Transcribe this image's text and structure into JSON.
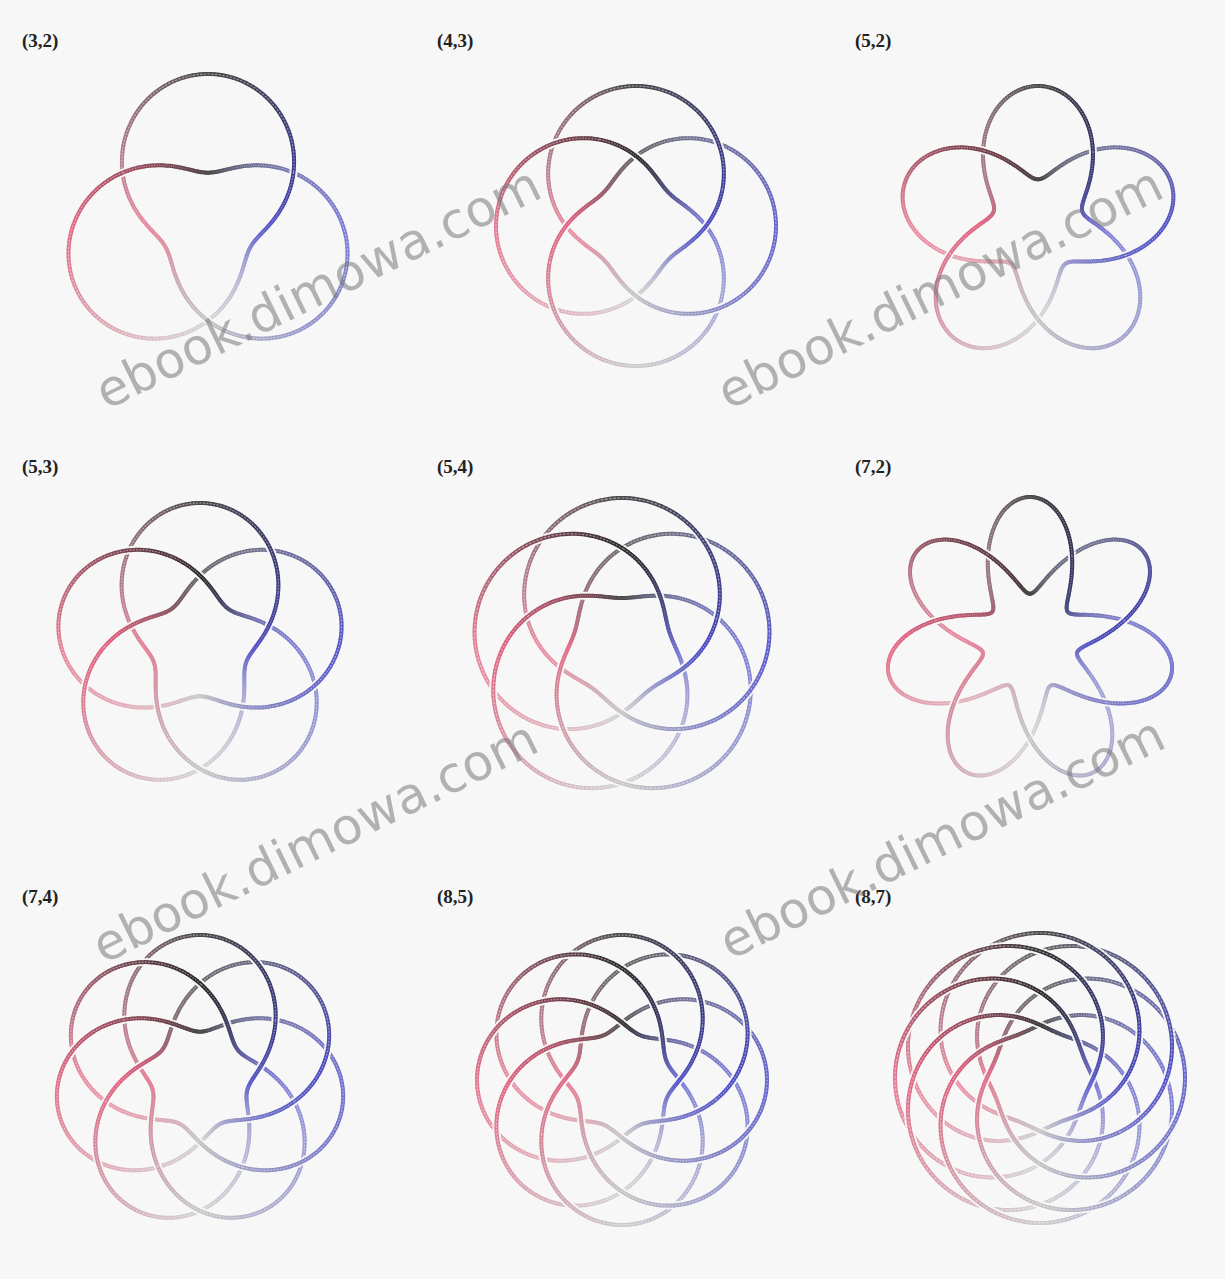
{
  "diagram": {
    "labels": [
      "(3,2)",
      "(4,3)",
      "(5,2)",
      "(5,3)",
      "(5,4)",
      "(7,2)",
      "(7,4)",
      "(8,5)",
      "(8,7)",
      "ebook.dimowa.com",
      "ebook.dimowa.com",
      "ebook.dimowa.com",
      "ebook.dimowa.com"
    ]
  }
}
